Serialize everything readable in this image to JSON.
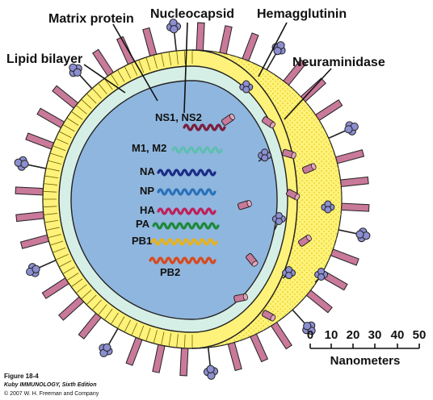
{
  "labels": {
    "lipid_bilayer": "Lipid bilayer",
    "matrix_protein": "Matrix protein",
    "nucleocapsid": "Nucleocapsid",
    "hemagglutinin": "Hemagglutinin",
    "neuraminidase": "Neuraminidase"
  },
  "segments": [
    {
      "label": "NS1, NS2",
      "color": "#7a1e3c"
    },
    {
      "label": "M1, M2",
      "color": "#5fbfb2"
    },
    {
      "label": "NA",
      "color": "#1c2c86"
    },
    {
      "label": "NP",
      "color": "#2a72b8"
    },
    {
      "label": "HA",
      "color": "#c0205a"
    },
    {
      "label": "PA",
      "color": "#1e8a3a"
    },
    {
      "label": "PB1",
      "color": "#e8b21a"
    },
    {
      "label": "PB2",
      "color": "#d84a1c"
    }
  ],
  "scale_bar": {
    "ticks": [
      "0",
      "10",
      "20",
      "30",
      "40",
      "50"
    ],
    "unit": "Nanometers"
  },
  "caption": {
    "figure": "Figure 18-4",
    "book": "Kuby IMMUNOLOGY, Sixth Edition",
    "copyright": "© 2007 W. H. Freeman and Company"
  },
  "colors": {
    "lipid_envelope": "#fff27a",
    "matrix_layer": "#d6efe6",
    "nucleocapsid_core": "#8fb6de",
    "hemagglutinin_spike": "#c9799a",
    "neuraminidase_knob": "#8b8ed0"
  }
}
